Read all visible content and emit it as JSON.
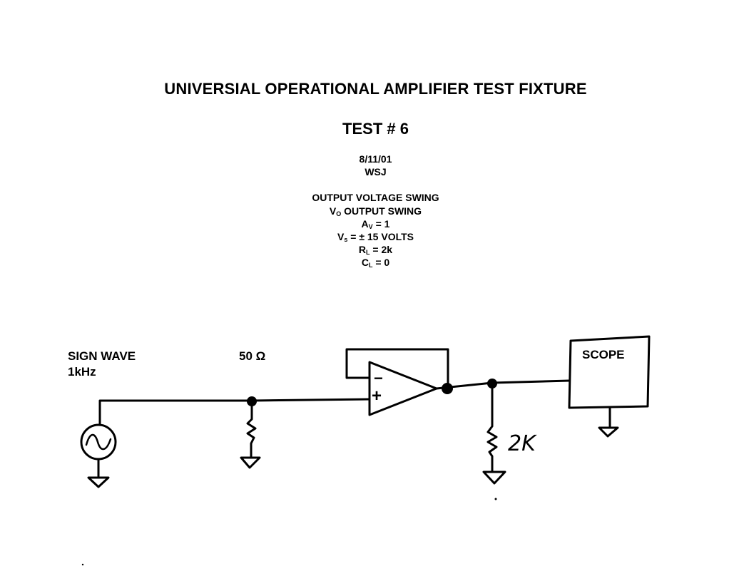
{
  "header": {
    "title": "UNIVERSIAL OPERATIONAL AMPLIFIER TEST FIXTURE",
    "test_number": "TEST # 6",
    "date": "8/11/01",
    "author": "WSJ"
  },
  "test_conditions": {
    "heading": "OUTPUT VOLTAGE SWING",
    "line2_sym": "V",
    "line2_sub": "O",
    "line2_rest": " OUTPUT SWING",
    "line3_sym": "A",
    "line3_sub": "V",
    "line3_rest": " = 1",
    "line4_sym": "V",
    "line4_sub": "s",
    "line4_rest": " = ± 15 VOLTS",
    "line5_sym": "R",
    "line5_sub": "L",
    "line5_rest": " = 2k",
    "line6_sym": "C",
    "line6_sub": "L",
    "line6_rest": " =  0"
  },
  "circuit": {
    "source_label_1": "SIGN WAVE",
    "source_label_2": "1kHz",
    "input_resistor_label": "50 Ω",
    "load_resistor_label": "2K",
    "scope_label": "SCOPE",
    "opamp_minus": "−",
    "opamp_plus": "+"
  }
}
